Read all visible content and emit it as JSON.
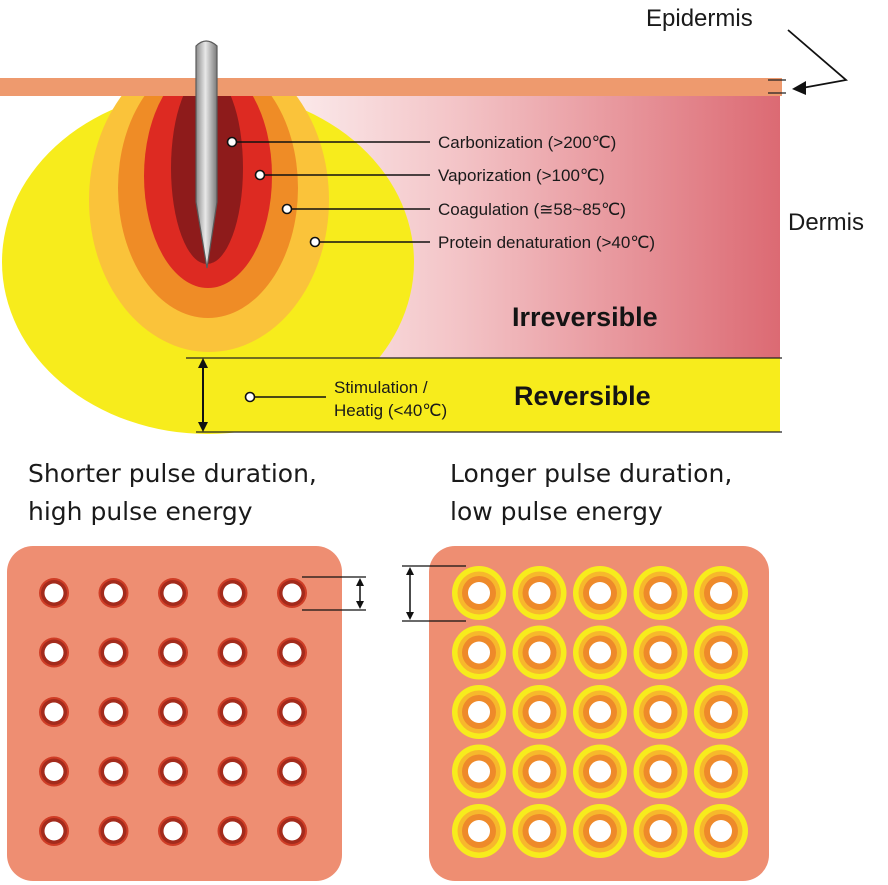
{
  "top_panel": {
    "epidermis_label": "Epidermis",
    "dermis_label": "Dermis",
    "zones": [
      {
        "name": "carbonization",
        "label": "Carbonization (>200℃)",
        "color": "#8e1b1b"
      },
      {
        "name": "vaporization",
        "label": "Vaporization (>100℃)",
        "color": "#dd2a22"
      },
      {
        "name": "coagulation",
        "label": "Coagulation (≅58~85℃)",
        "color": "#ef8c26"
      },
      {
        "name": "protein-denaturation",
        "label": "Protein denaturation (>40℃)",
        "color": "#fac33a"
      }
    ],
    "stimulation_label_line1": "Stimulation /",
    "stimulation_label_line2": "Heatig (<40℃)",
    "irreversible_label": "Irreversible",
    "reversible_label": "Reversible",
    "colors": {
      "epidermis": "#ee9a6e",
      "dermis": "#dc6a73",
      "heating_yellow": "#f7ec1c",
      "needle": "#b9b9b9"
    }
  },
  "bottom_left": {
    "caption_line1": "Shorter pulse duration,",
    "caption_line2": "high pulse energy",
    "grid_rows": 5,
    "grid_cols": 5
  },
  "bottom_right": {
    "caption_line1": "Longer pulse duration,",
    "caption_line2": "low pulse energy",
    "grid_rows": 5,
    "grid_cols": 5
  },
  "panel_color": "#ee8e72"
}
